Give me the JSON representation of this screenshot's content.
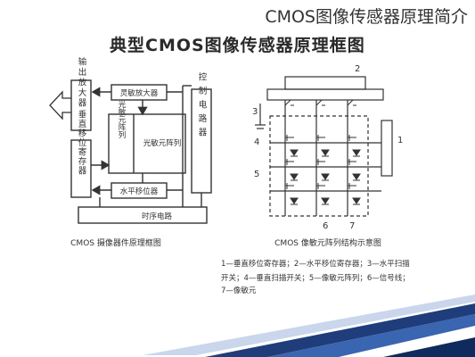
{
  "corner_title": "CMOS图像传感器原理简介",
  "main_title": "典型CMOS图像传感器原理框图",
  "block_diagram": {
    "output_amplifier": "输出放大器",
    "vertical_shift_register": "垂直移位寄存器",
    "photosensitive_array": "光敏元阵列",
    "sensitivity_amplifier": "灵敏放大器",
    "horizontal_shift_register": "水平移位器",
    "control_circuit": "控制电路器",
    "timing_circuit": "时序电路",
    "caption": "CMOS 摄像器件原理框图"
  },
  "pixel_array": {
    "labels": [
      "1",
      "2",
      "3",
      "4",
      "5",
      "6",
      "7"
    ],
    "caption": "CMOS 像敏元阵列结构示意图"
  },
  "legend_lines": [
    "1—垂直移位寄存器；2—水平移位寄存器；3—水平扫描",
    "开关；4—垂直扫描开关；5—像敏元阵列；6—信号线；",
    "7—像敏元"
  ]
}
